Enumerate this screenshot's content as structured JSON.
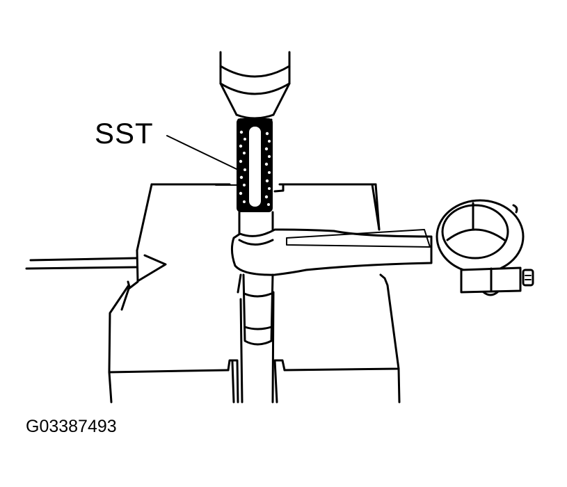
{
  "diagram": {
    "callouts": [
      {
        "id": "sst",
        "text": "SST"
      }
    ],
    "figure_id": "G03387493",
    "components": [
      {
        "name": "press-ram",
        "description": "Hydraulic press ram (top)"
      },
      {
        "name": "sst-tool",
        "description": "Special service tool (knurled drift)"
      },
      {
        "name": "piston-pin",
        "description": "Piston pin being pressed"
      },
      {
        "name": "connecting-rod",
        "description": "Connecting rod with big-end bearing cap"
      },
      {
        "name": "support-block",
        "description": "V-block support with center slot"
      },
      {
        "name": "direction-arrow",
        "description": "Arrow indicating front mark direction"
      }
    ],
    "colors": {
      "line": "#000000",
      "background": "#ffffff"
    }
  }
}
